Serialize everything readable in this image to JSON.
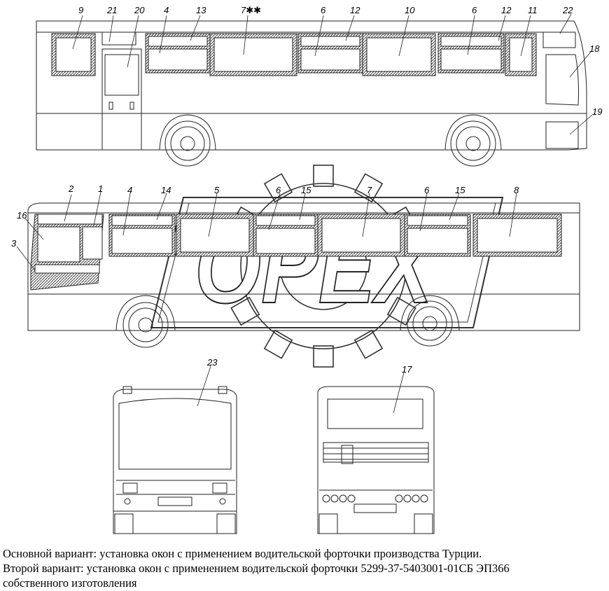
{
  "watermark": {
    "text": "OPEX"
  },
  "callouts": {
    "n9": "9",
    "n21": "21",
    "n20": "20",
    "n4a": "4",
    "n13": "13",
    "n7a": "7✱✱",
    "n6a": "6",
    "n12a": "12",
    "n10": "10",
    "n6b": "6",
    "n12b": "12",
    "n11": "11",
    "n22": "22",
    "n18": "18",
    "n19": "19",
    "n2": "2",
    "n1": "1",
    "n4b": "4",
    "n14": "14",
    "n5": "5",
    "n6c": "6",
    "n15a": "15",
    "n7b": "7",
    "n6d": "6",
    "n15b": "15",
    "n8": "8",
    "n16": "16",
    "n3": "3",
    "n23": "23",
    "n17": "17"
  },
  "caption": {
    "line1": "Основной вариант: установка окон с применением водительской форточки производства Турции.",
    "line2": "Второй вариант: установка окон с применением водительской форточки 5299-37-5403001-01СБ ЭП366",
    "line3": "собственного изготовления"
  }
}
